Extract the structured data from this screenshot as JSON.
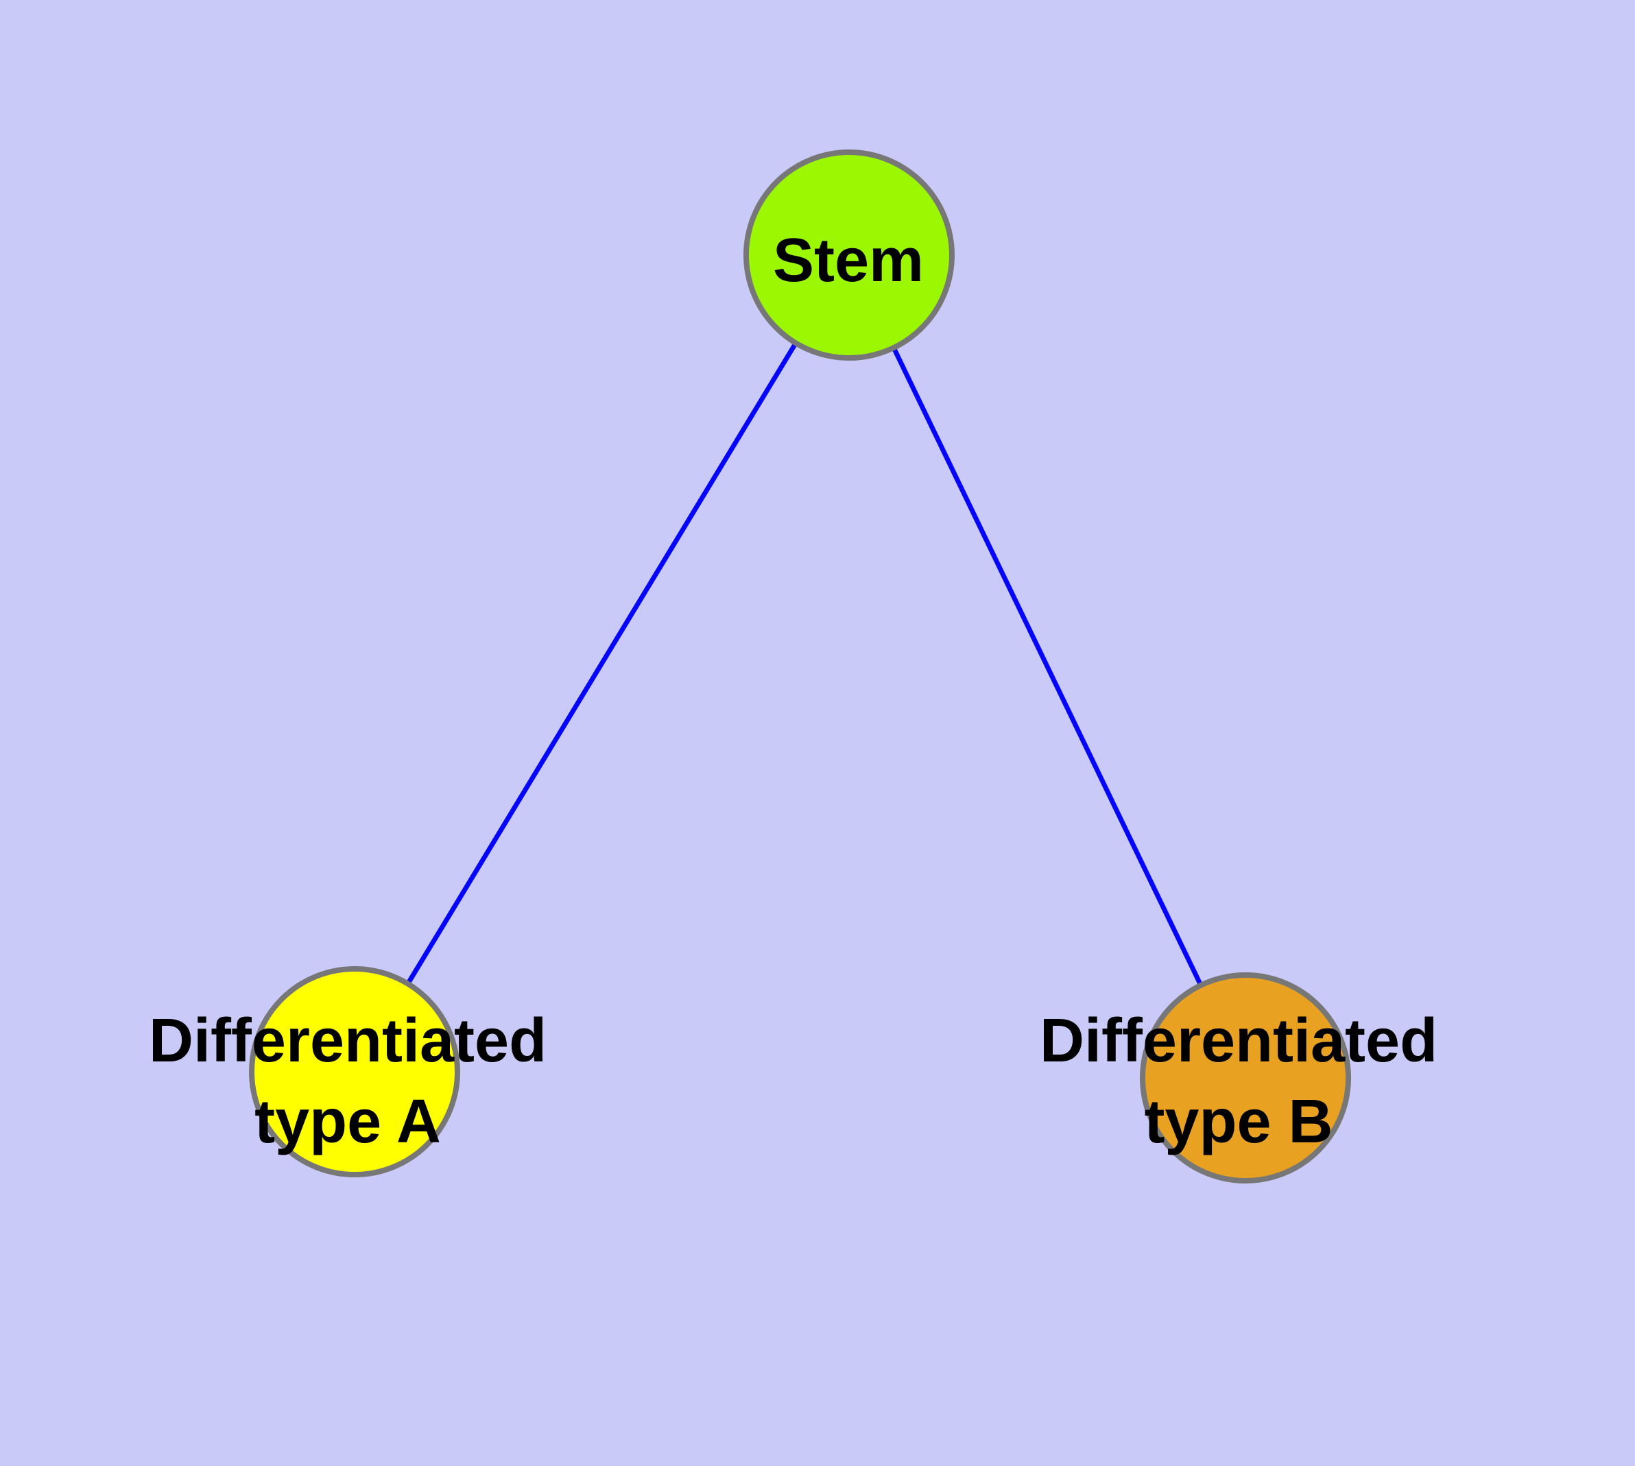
{
  "colors": {
    "background": "#CACAF8",
    "edge": "#0505FA",
    "node_border": "#777777",
    "label": "#000000"
  },
  "nodes": {
    "stem": {
      "label": "Stem",
      "fill": "#9BF702",
      "shape": "circle"
    },
    "type_a": {
      "label_line1": "Differentiated",
      "label_line2": "type A",
      "fill": "#FFFF00",
      "shape": "circle"
    },
    "type_b": {
      "label_line1": "Differentiated",
      "label_line2": "type B",
      "fill": "#E8A120",
      "shape": "circle"
    }
  },
  "edges": [
    {
      "from": "Stem",
      "to": "Differentiated type A"
    },
    {
      "from": "Stem",
      "to": "Differentiated type B"
    }
  ]
}
